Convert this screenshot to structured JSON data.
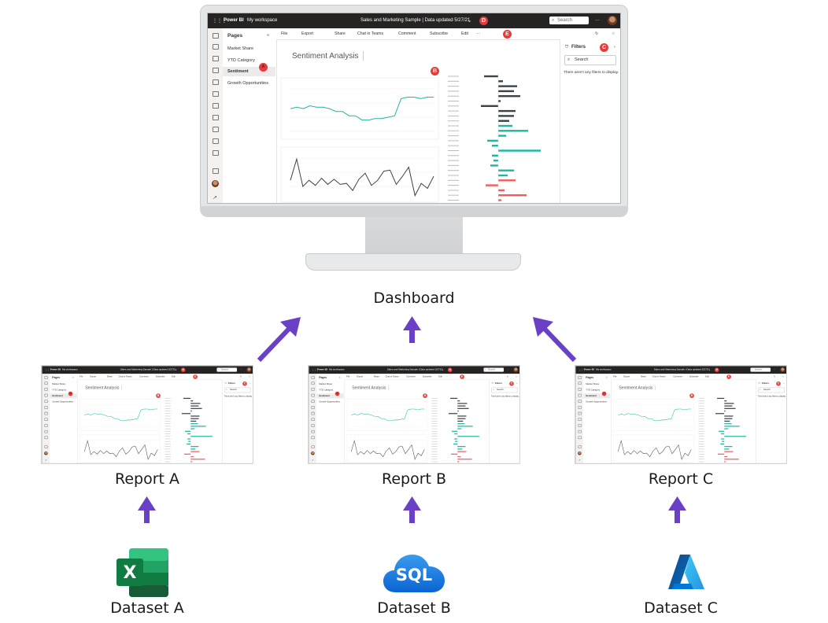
{
  "colors": {
    "arrow": "#6a41c6",
    "teal": "#1ab8a0",
    "dark": "#3b4249",
    "red": "#f05d5d",
    "badge": "#e63b3b"
  },
  "dashboard": {
    "label": "Dashboard",
    "app": {
      "brand": "Power BI",
      "workspace": "My workspace",
      "title": "Sales and Marketing Sample  |  Data updated 5/27/21",
      "search_placeholder": "Search",
      "more": "···",
      "pages_header": "Pages",
      "pages": [
        "Market Share",
        "YTD Category",
        "Sentiment",
        "Growth Opportunities"
      ],
      "selected_page": "Sentiment",
      "toolbar": [
        "File",
        "Export",
        "Share",
        "Chat in Teams",
        "Comment",
        "Subscribe",
        "Edit",
        "···"
      ],
      "report_title": "Sentiment Analysis",
      "filters_header": "Filters",
      "filters_search": "Search",
      "filters_empty": "There aren't any filters to display.",
      "badges": [
        "A",
        "B",
        "C",
        "D",
        "E"
      ]
    }
  },
  "reports": [
    {
      "label": "Report A"
    },
    {
      "label": "Report B"
    },
    {
      "label": "Report C"
    }
  ],
  "datasets": [
    {
      "label": "Dataset A",
      "icon": "excel-icon"
    },
    {
      "label": "Dataset B",
      "icon": "sql-icon",
      "icon_text": "SQL"
    },
    {
      "label": "Dataset C",
      "icon": "azure-icon"
    }
  ],
  "chart_data": {
    "type": "line",
    "series": [
      {
        "values": [
          62,
          63,
          62,
          64,
          63,
          63,
          62,
          60,
          60,
          57,
          57,
          54,
          54,
          55,
          55,
          56,
          57,
          69,
          70,
          70,
          69,
          70,
          70
        ]
      },
      {
        "values": [
          55,
          76,
          49,
          55,
          50,
          57,
          51,
          56,
          51,
          52,
          45,
          56,
          62,
          50,
          55,
          64,
          65,
          51,
          59,
          68,
          40,
          52,
          47,
          59
        ]
      }
    ],
    "bars": [
      {
        "value": -18,
        "color": "dark"
      },
      {
        "value": 6,
        "color": "dark"
      },
      {
        "value": 24,
        "color": "dark"
      },
      {
        "value": 20,
        "color": "dark"
      },
      {
        "value": 28,
        "color": "dark"
      },
      {
        "value": 3,
        "color": "dark"
      },
      {
        "value": -22,
        "color": "dark"
      },
      {
        "value": 22,
        "color": "dark"
      },
      {
        "value": 20,
        "color": "dark"
      },
      {
        "value": 14,
        "color": "dark"
      },
      {
        "value": 18,
        "color": "teal"
      },
      {
        "value": 38,
        "color": "teal"
      },
      {
        "value": 10,
        "color": "teal"
      },
      {
        "value": -14,
        "color": "teal"
      },
      {
        "value": -8,
        "color": "teal"
      },
      {
        "value": 54,
        "color": "teal"
      },
      {
        "value": -8,
        "color": "teal"
      },
      {
        "value": -6,
        "color": "teal"
      },
      {
        "value": -10,
        "color": "teal"
      },
      {
        "value": 20,
        "color": "teal"
      },
      {
        "value": 12,
        "color": "teal"
      },
      {
        "value": 22,
        "color": "red"
      },
      {
        "value": -16,
        "color": "red"
      },
      {
        "value": 8,
        "color": "red"
      },
      {
        "value": 36,
        "color": "red"
      },
      {
        "value": 4,
        "color": "red"
      }
    ]
  }
}
